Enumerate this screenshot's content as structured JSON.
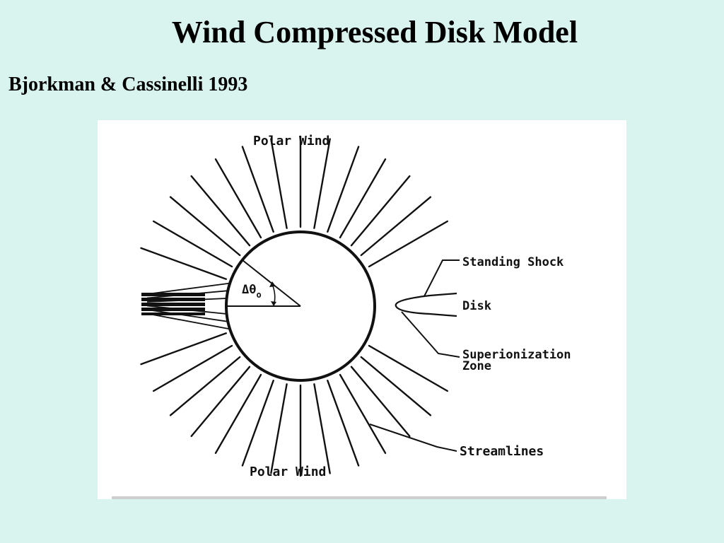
{
  "slide": {
    "title": "Wind Compressed Disk Model",
    "subtitle": "Bjorkman & Cassinelli 1993"
  },
  "diagram": {
    "labels": {
      "polar_wind_top": "Polar Wind",
      "polar_wind_bottom": "Polar Wind",
      "angle": "Δθ",
      "angle_sub": "o",
      "standing_shock": "Standing Shock",
      "disk": "Disk",
      "superionization_line1": "Superionization",
      "superionization_line2": "Zone",
      "streamlines": "Streamlines"
    }
  }
}
